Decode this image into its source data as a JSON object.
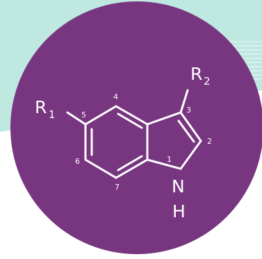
{
  "colors": {
    "background": "#ffffff",
    "band": "#bfe8e1",
    "stripe": "#d8f2ee",
    "circle": "#77367f",
    "bond": "#ffffff",
    "text": "#ffffff"
  },
  "molecule": {
    "substituents": {
      "r1": {
        "letter": "R",
        "subscript": "1"
      },
      "r2": {
        "letter": "R",
        "subscript": "2"
      }
    },
    "heteroatom": {
      "n": "N",
      "h": "H"
    },
    "locants": {
      "pos1": "1",
      "pos2": "2",
      "pos3": "3",
      "pos4": "4",
      "pos5": "5",
      "pos6": "6",
      "pos7": "7"
    }
  }
}
